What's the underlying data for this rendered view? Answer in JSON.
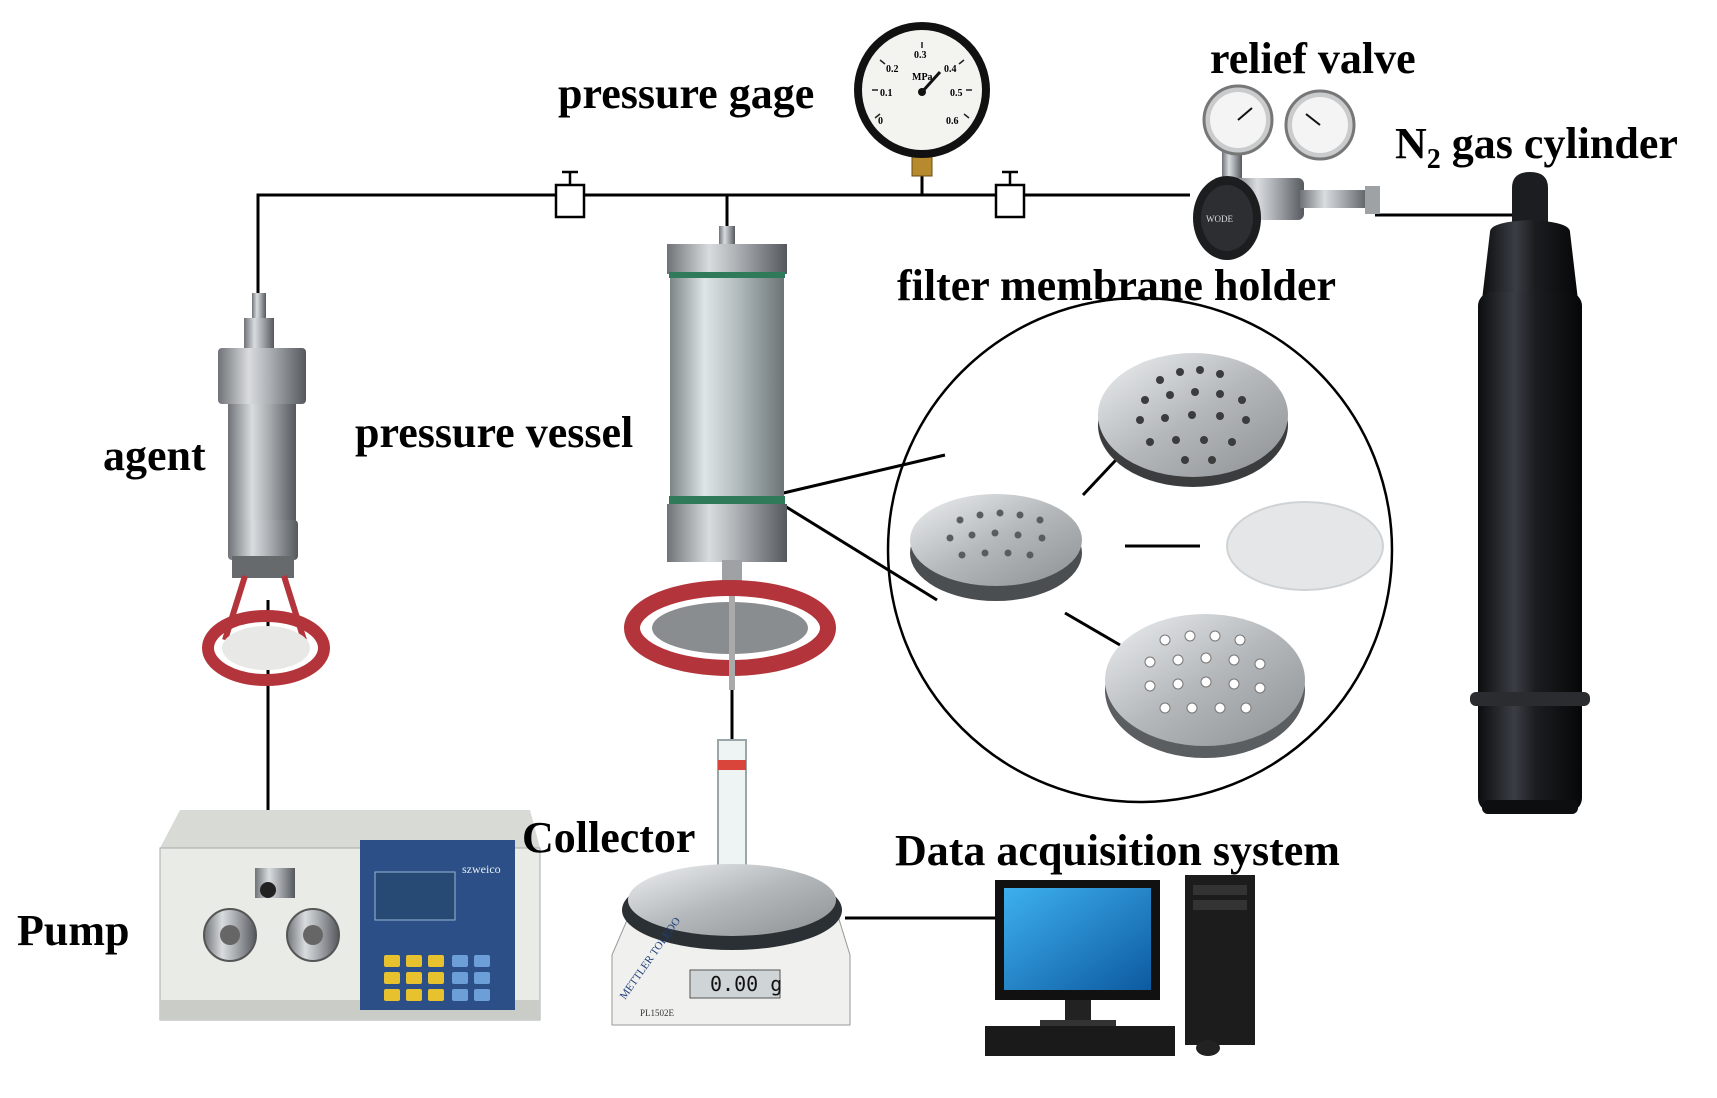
{
  "labels": {
    "pressure_gage": "pressure gage",
    "relief_valve": "relief valve",
    "gas_cylinder_prefix": "N",
    "gas_cylinder_subscript": "2",
    "gas_cylinder_suffix": " gas cylinder",
    "filter_membrane_holder": "filter membrane holder",
    "agent": "agent",
    "pressure_vessel": "pressure vessel",
    "collector": "Collector",
    "data_acquisition": "Data acquisition system",
    "pump": "Pump"
  },
  "gauge": {
    "scale": [
      "0",
      "0.1",
      "0.2",
      "0.3",
      "0.4",
      "0.5",
      "0.6"
    ],
    "unit": "MPa"
  },
  "balance": {
    "brand": "METTLER TOLEDO",
    "display": "0.00 g",
    "model": "PL1502E"
  },
  "pump_panel": {
    "brand": "szweico"
  },
  "regulator": {
    "knob_text": "WODE"
  },
  "colors": {
    "line": "#000000",
    "steel": "#b9bcbf",
    "stand_red": "#b3343b",
    "cylinder": "#1b1d20",
    "screen_blue": "#1e7fc4",
    "pump_body": "#e9ebe7",
    "keypad_blue": "#2f5db0",
    "key_yellow": "#e8c22e"
  }
}
